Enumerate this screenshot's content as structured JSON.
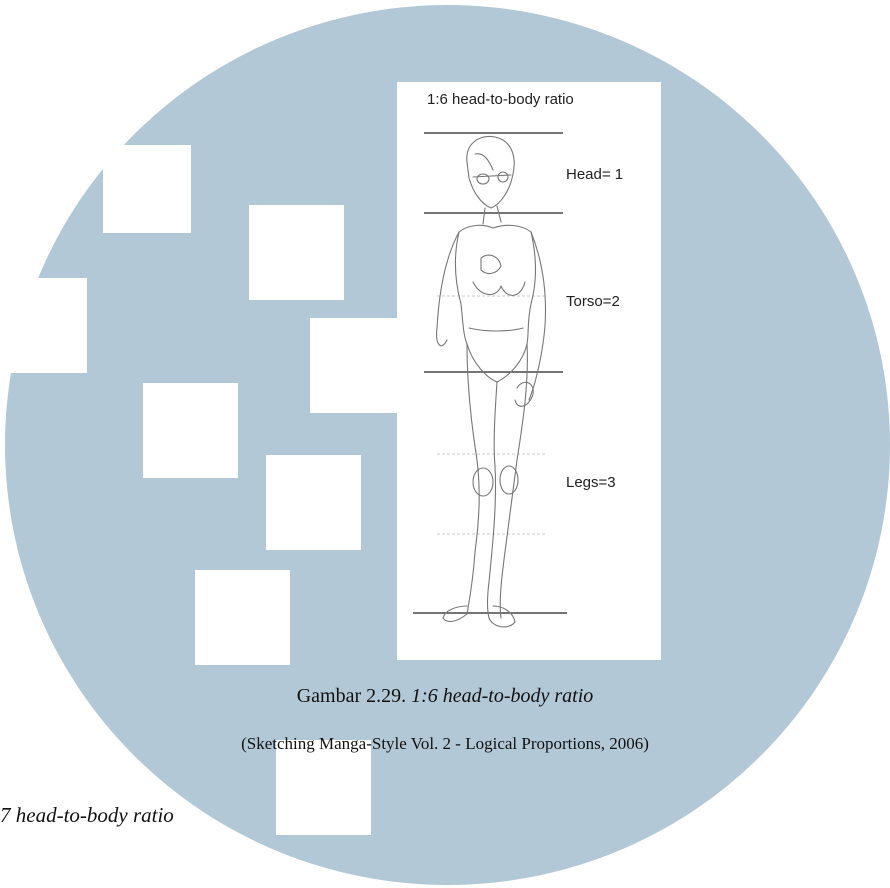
{
  "figure": {
    "title": "1:6 head-to-body ratio",
    "labels": {
      "head": "Head= 1",
      "torso": "Torso=2",
      "legs": "Legs=3"
    }
  },
  "caption": {
    "prefix": "Gambar 2.29. ",
    "italic": "1:6 head-to-body ratio"
  },
  "source": "(Sketching Manga-Style Vol. 2 - Logical Proportions, 2006)",
  "subheading": "7 head-to-body ratio",
  "colors": {
    "watermark": "#b3c8d7",
    "text": "#111111"
  }
}
